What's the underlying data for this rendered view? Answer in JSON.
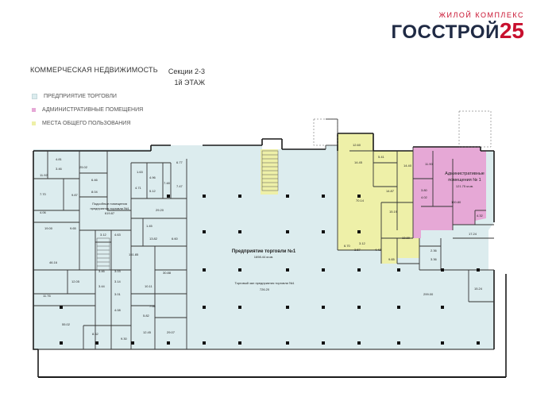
{
  "logo": {
    "top": "ЖИЛОЙ КОМПЛЕКС",
    "name": "ГОССТРОЙ",
    "number": "25"
  },
  "title": "КОММЕРЧЕСКАЯ НЕДВИЖИМОСТЬ",
  "sections": {
    "line1": "Секции 2-3",
    "line2": "1й ЭТАЖ"
  },
  "legend": [
    {
      "label": "ПРЕДПРИЯТИЕ ТОРГОВЛИ",
      "color": "#dcecee"
    },
    {
      "label": "АДМИНИСТРАТИВНЫЕ ПОМЕЩЕНИЯ",
      "color": "#e6a8d6"
    },
    {
      "label": "МЕСТА ОБЩЕГО ПОЛЬЗОВАНИЯ",
      "color": "#eef0a8"
    }
  ],
  "colors": {
    "trade": "#dcecee",
    "admin": "#e6a8d6",
    "common": "#eef0a8",
    "wall": "#1a1a1a"
  },
  "plan": {
    "trade_title": "Предприятие торговли №1",
    "trade_area": "1698.44 м.кв.",
    "hall_title": "Торговый зал предприятия торговли №1",
    "hall_area": "726.20",
    "admin_title_1": "Административные",
    "admin_title_2": "помещения № 1",
    "admin_area": "121.75 м.кв.",
    "aux_title_1": "Подсобные помещения",
    "aux_title_2": "предприятия торговли №1",
    "aux_area": "619.87",
    "rooms": {
      "r1": "4.81",
      "r2": "3.46",
      "r3": "11.92",
      "r4": "25.02",
      "r5": "6.46",
      "r6": "9.87",
      "r7": "8.04",
      "r8": "7.70",
      "r9": "4.06",
      "r10": "1.63",
      "r11": "4.96",
      "r12": "4.71",
      "r13": "5.12",
      "r14": "7.48",
      "r15": "6.77",
      "r16": "7.47",
      "r17": "29.20",
      "r18": "19.00",
      "r19": "9.65",
      "r20": "3.12",
      "r21": "4.63",
      "r22": "1.45",
      "r23": "13.82",
      "r24": "6.60",
      "r25": "46.16",
      "r26": "151.85",
      "r27": "3.46",
      "r28": "3.03",
      "r29": "3.14",
      "r30": "12.05",
      "r31": "3.44",
      "r32": "3.01",
      "r33": "30.88",
      "r34": "10.11",
      "r35": "11.76",
      "r36": "7.66",
      "r37": "5.82",
      "r38": "4.08",
      "r39": "55.02",
      "r40": "8.62",
      "r41": "9.30",
      "r42": "12.45",
      "r43": "29.07",
      "c1": "12.60",
      "c2": "14.45",
      "c3": "5.41",
      "c4": "14.87",
      "c5": "70.14",
      "c6": "15.19",
      "c7": "14.40",
      "c8": "13.80",
      "c9": "6.70",
      "c10": "3.12",
      "c11": "3.57",
      "c12": "4.42",
      "c13": "9.65",
      "a1": "11.90",
      "a2": "3.80",
      "a3": "4.02",
      "a4": "100.80",
      "a5": "4.32",
      "t1": "17.24",
      "t2": "2.36",
      "t3": "3.36",
      "t4": "299.00",
      "t5": "15.24"
    }
  }
}
